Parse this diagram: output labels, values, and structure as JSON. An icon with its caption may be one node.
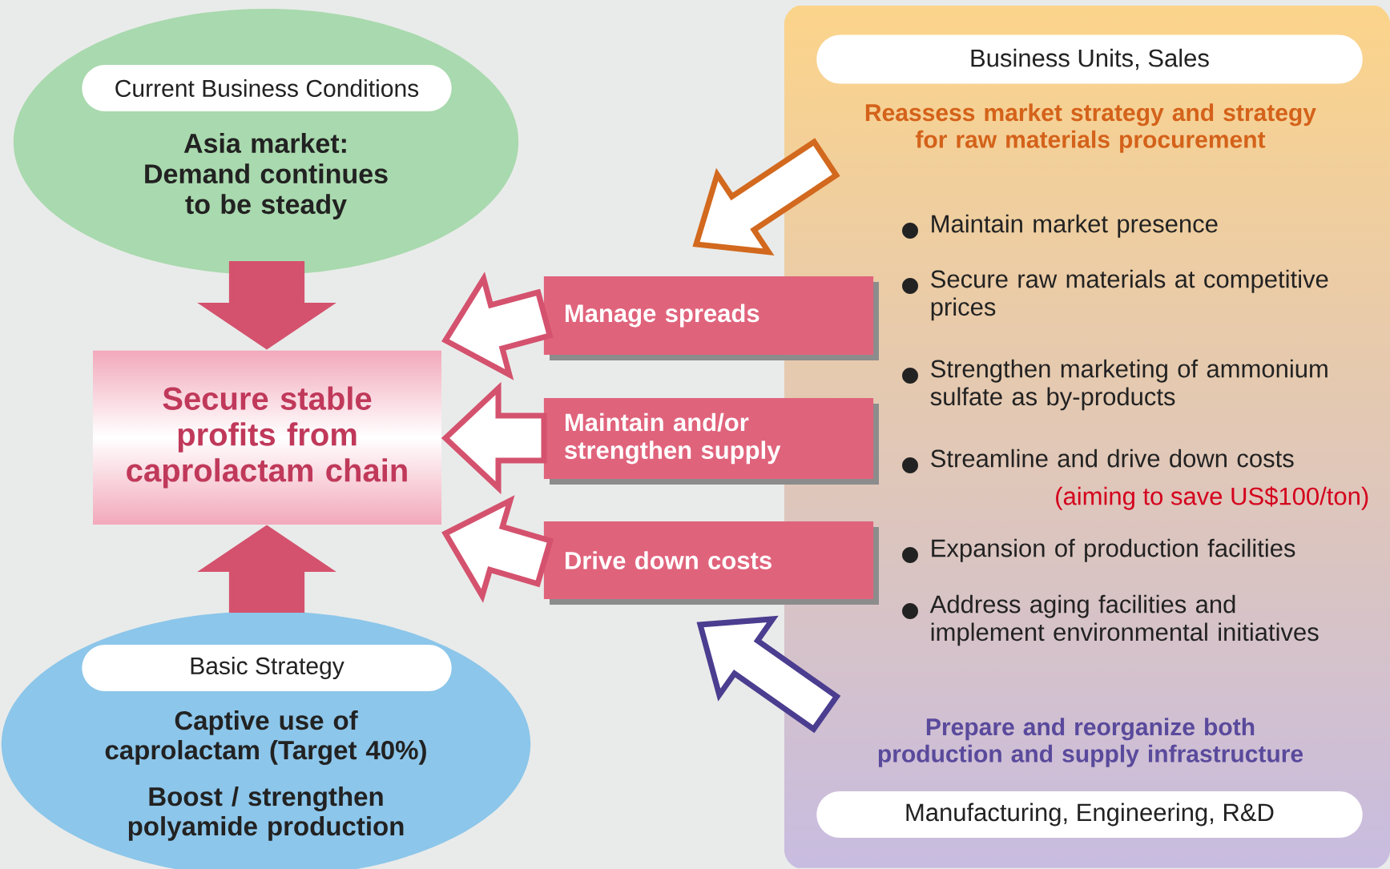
{
  "diagram": {
    "nodes": [
      {
        "text": [
          "Current Business Conditions",
          "Asia market: Demand continues to be steady"
        ]
      },
      {
        "text": [
          "Secure stable profits from caprolactam chain"
        ]
      },
      {
        "text": [
          "Basic Strategy",
          "Captive use of caprolactam (Target 40%)",
          "Boost / strengthen polyamide production"
        ]
      },
      {
        "text": [
          "Manage spreads"
        ]
      },
      {
        "text": [
          "Maintain and/or strengthen supply"
        ]
      },
      {
        "text": [
          "Drive down costs"
        ]
      },
      {
        "text": [
          "Business Units, Sales",
          "Reassess market strategy and strategy for raw materials procurement",
          "Maintain market presence",
          "Secure raw materials at competitive prices",
          "Strengthen marketing of ammonium sulfate as by-products",
          "Streamline and drive down costs",
          "(aiming to save US$100/ton)",
          "Expansion of production facilities",
          "Address aging facilities and implement environmental initiatives",
          "Prepare and reorganize both production and supply infrastructure",
          "Manufacturing, Engineering, R&D"
        ]
      }
    ],
    "edges": [
      {
        "from": 0,
        "to": 1,
        "arrow": "to"
      },
      {
        "from": 2,
        "to": 1,
        "arrow": "to"
      },
      {
        "from": 3,
        "to": 1,
        "arrow": "to"
      },
      {
        "from": 4,
        "to": 1,
        "arrow": "to"
      },
      {
        "from": 5,
        "to": 1,
        "arrow": "to"
      },
      {
        "from": 6,
        "to": 3,
        "arrow": "to",
        "color": "#d2691e"
      },
      {
        "from": 6,
        "to": 5,
        "arrow": "to",
        "color": "#4b3d8f"
      }
    ]
  }
}
